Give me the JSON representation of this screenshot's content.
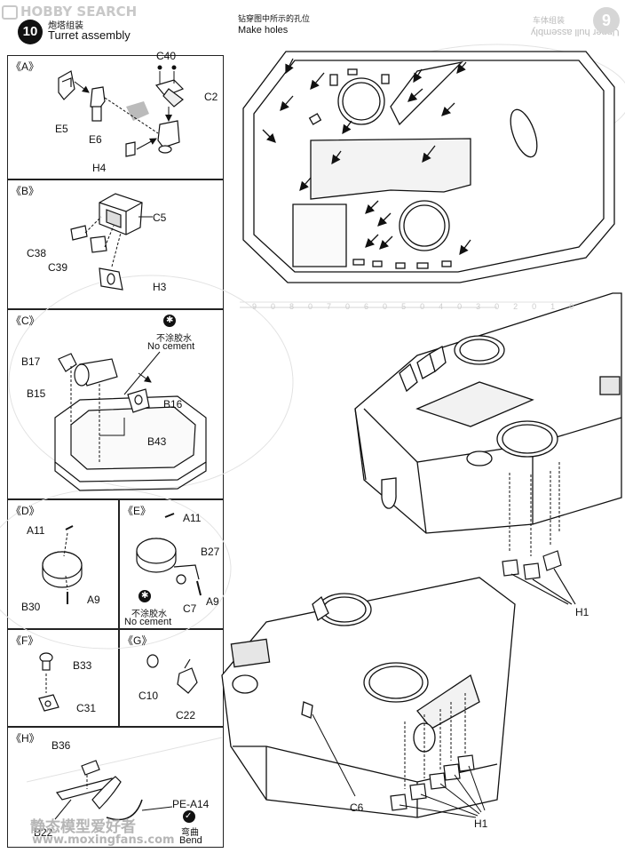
{
  "watermark_top": "HOBBY SEARCH",
  "step": {
    "number": "10",
    "title_cn": "炮塔组装",
    "title_en": "Turret assembly"
  },
  "right_header": {
    "title_cn": "钻穿图中所示的孔位",
    "title_en": "Make holes",
    "faded_page_text": "Upper hull assembly",
    "faded_page_cn": "车体组装",
    "faded_page_num": "9"
  },
  "panels": [
    {
      "id": "A",
      "label": "《A》",
      "parts": [
        "C40",
        "C2",
        "E5",
        "E6",
        "H4"
      ]
    },
    {
      "id": "B",
      "label": "《B》",
      "parts": [
        "C5",
        "C38",
        "C39",
        "H3"
      ]
    },
    {
      "id": "C",
      "label": "《C》",
      "parts": [
        "B17",
        "B15",
        "B16",
        "B43"
      ],
      "note_cn": "不涂胶水",
      "note_en": "No cement"
    },
    {
      "id": "D",
      "label": "《D》",
      "parts": [
        "A11",
        "B30",
        "A9"
      ]
    },
    {
      "id": "E",
      "label": "《E》",
      "parts": [
        "A11",
        "B27",
        "C7",
        "A9"
      ],
      "note_cn": "不涂胶水",
      "note_en": "No cement"
    },
    {
      "id": "F",
      "label": "《F》",
      "parts": [
        "B33",
        "C31"
      ]
    },
    {
      "id": "G",
      "label": "《G》",
      "parts": [
        "C10",
        "C22"
      ]
    },
    {
      "id": "H",
      "label": "《H》",
      "parts": [
        "B36",
        "B22",
        "PE-A14"
      ],
      "note_cn": "弯曲",
      "note_en": "Bend"
    }
  ],
  "main_parts": {
    "h1_upper": "H1",
    "h1_lower": "H1",
    "c6": "C6"
  },
  "faded_ruler": [
    "90",
    "80",
    "70",
    "60",
    "50",
    "40",
    "30",
    "20",
    "10"
  ],
  "watermark_bottom": {
    "cn": "静态模型爱好者",
    "url": "www.moxingfans.com"
  }
}
